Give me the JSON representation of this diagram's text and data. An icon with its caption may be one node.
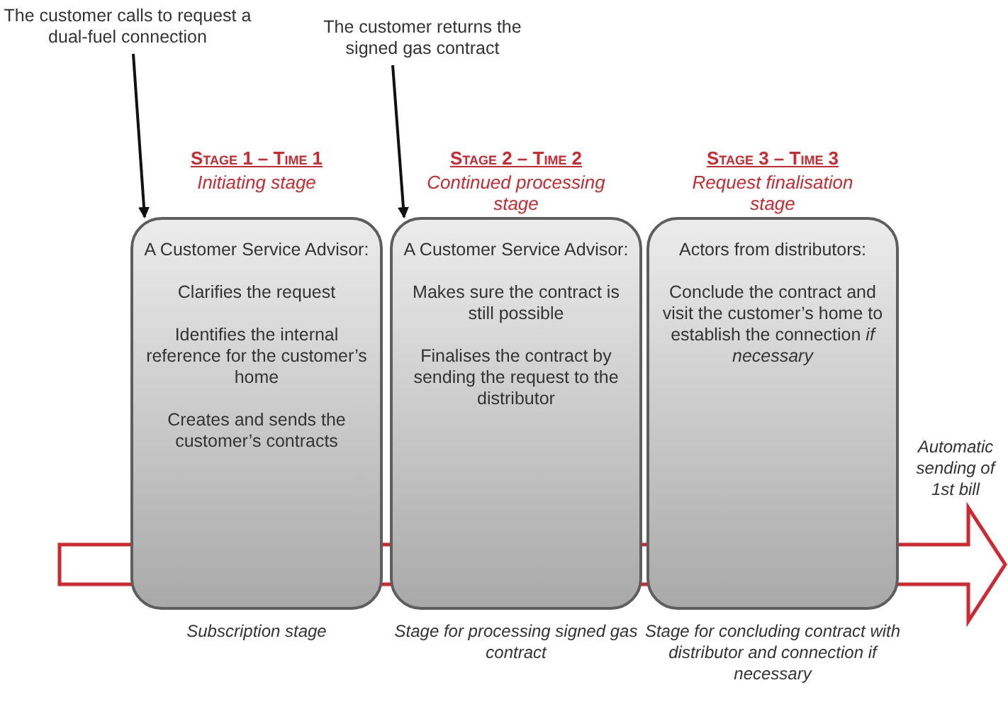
{
  "diagram": {
    "nodes": [
      {
        "text": [
          "The customer calls to request a dual-fuel connection"
        ]
      },
      {
        "text": [
          "The customer returns the signed gas contract"
        ]
      },
      {
        "text": [
          "Stage 1 – Time 1",
          "Initiating stage",
          "A Customer Service Advisor:",
          "Clarifies the request",
          "Identifies the internal reference for the customer’s home",
          "Creates and sends the customer’s contracts"
        ],
        "beside": [
          "Subscription stage"
        ]
      },
      {
        "text": [
          "Stage 2 – Time 2",
          "Continued processing stage",
          "A Customer Service Advisor:",
          "Makes sure the contract is still possible",
          "Finalises the contract by sending the request to the distributor"
        ],
        "beside": [
          "Stage for processing signed gas contract"
        ]
      },
      {
        "text": [
          "Stage 3 – Time 3",
          "Request finalisation stage",
          "Actors from distributors:",
          "Conclude the contract and visit the customer’s home to establish the connection *if necessary*"
        ],
        "beside": [
          "Stage for concluding contract with distributor and connection if necessary"
        ]
      }
    ],
    "edges": [
      {
        "from": 0,
        "to": 2,
        "arrow": "to"
      },
      {
        "from": 1,
        "to": 3,
        "arrow": "to"
      }
    ],
    "labels": [
      "Automatic sending of 1st bill"
    ]
  }
}
